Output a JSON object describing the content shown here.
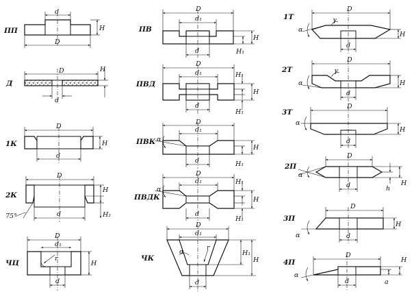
{
  "profiles": [
    {
      "code": "ПП",
      "dims": [
        "d",
        "D",
        "H"
      ]
    },
    {
      "code": "Д",
      "dims": [
        "D",
        "d",
        "H"
      ]
    },
    {
      "code": "1К",
      "dims": [
        "D",
        "d",
        "H"
      ]
    },
    {
      "code": "2К",
      "dims": [
        "D",
        "d",
        "H",
        "H₂",
        "75°"
      ]
    },
    {
      "code": "ЧЦ",
      "dims": [
        "D",
        "d₁",
        "r",
        "d",
        "H"
      ]
    },
    {
      "code": "ПВ",
      "dims": [
        "D",
        "d₁",
        "d",
        "H",
        "H₁"
      ]
    },
    {
      "code": "ПВД",
      "dims": [
        "D",
        "d₁",
        "d",
        "H₁",
        "H",
        "H₁"
      ]
    },
    {
      "code": "ПВК",
      "dims": [
        "D",
        "d₁",
        "d",
        "α",
        "H",
        "H₁"
      ]
    },
    {
      "code": "ПВДК",
      "dims": [
        "D",
        "d₁",
        "d",
        "α",
        "H₁",
        "H",
        "H₁"
      ]
    },
    {
      "code": "ЧК",
      "dims": [
        "D",
        "d₁",
        "α",
        "r",
        "d",
        "H",
        "H₁"
      ]
    },
    {
      "code": "1Т",
      "dims": [
        "D",
        "α",
        "γ",
        "d",
        "H"
      ]
    },
    {
      "code": "2Т",
      "dims": [
        "D",
        "α",
        "γ",
        "d",
        "H"
      ]
    },
    {
      "code": "3Т",
      "dims": [
        "D",
        "α",
        "d",
        "H"
      ]
    },
    {
      "code": "2П",
      "dims": [
        "D",
        "α",
        "d",
        "H",
        "h"
      ]
    },
    {
      "code": "3П",
      "dims": [
        "D",
        "α",
        "d",
        "H"
      ]
    },
    {
      "code": "4П",
      "dims": [
        "D",
        "α",
        "d",
        "H",
        "a"
      ]
    }
  ]
}
